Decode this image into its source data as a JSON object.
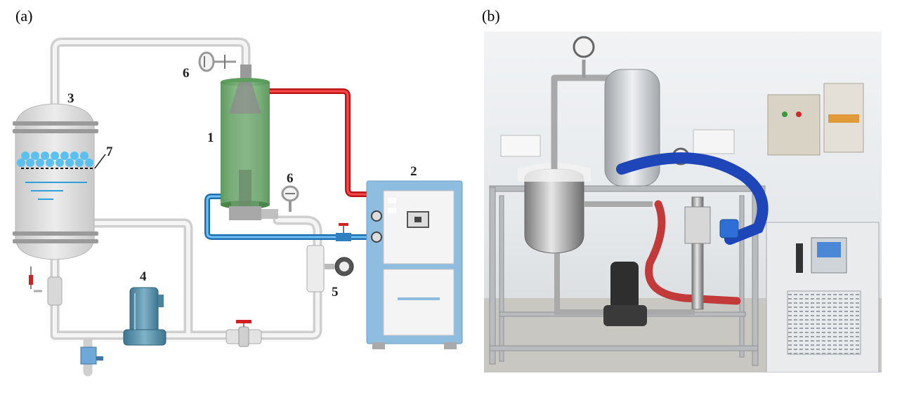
{
  "panel_a": {
    "label": "(a)",
    "callouts": [
      {
        "id": "1",
        "text": "1",
        "desc": "separator column"
      },
      {
        "id": "2",
        "text": "2",
        "desc": "chiller unit"
      },
      {
        "id": "3",
        "text": "3",
        "desc": "tank"
      },
      {
        "id": "4",
        "text": "4",
        "desc": "pump"
      },
      {
        "id": "5",
        "text": "5",
        "desc": "flow meter"
      },
      {
        "id": "6a",
        "text": "6",
        "desc": "valve top"
      },
      {
        "id": "6b",
        "text": "6",
        "desc": "gauge"
      },
      {
        "id": "7",
        "text": "7",
        "desc": "bubble layer"
      }
    ],
    "colors": {
      "pipe": "#dcdcdc",
      "hot_line": "#e02020",
      "cold_line": "#2b8fd6",
      "column_green": "#6aa86a",
      "chiller_blue": "#8fbde0",
      "bubble": "#5cc0ee",
      "pump": "#5a8fa8"
    }
  },
  "panel_b": {
    "label": "(b)"
  }
}
